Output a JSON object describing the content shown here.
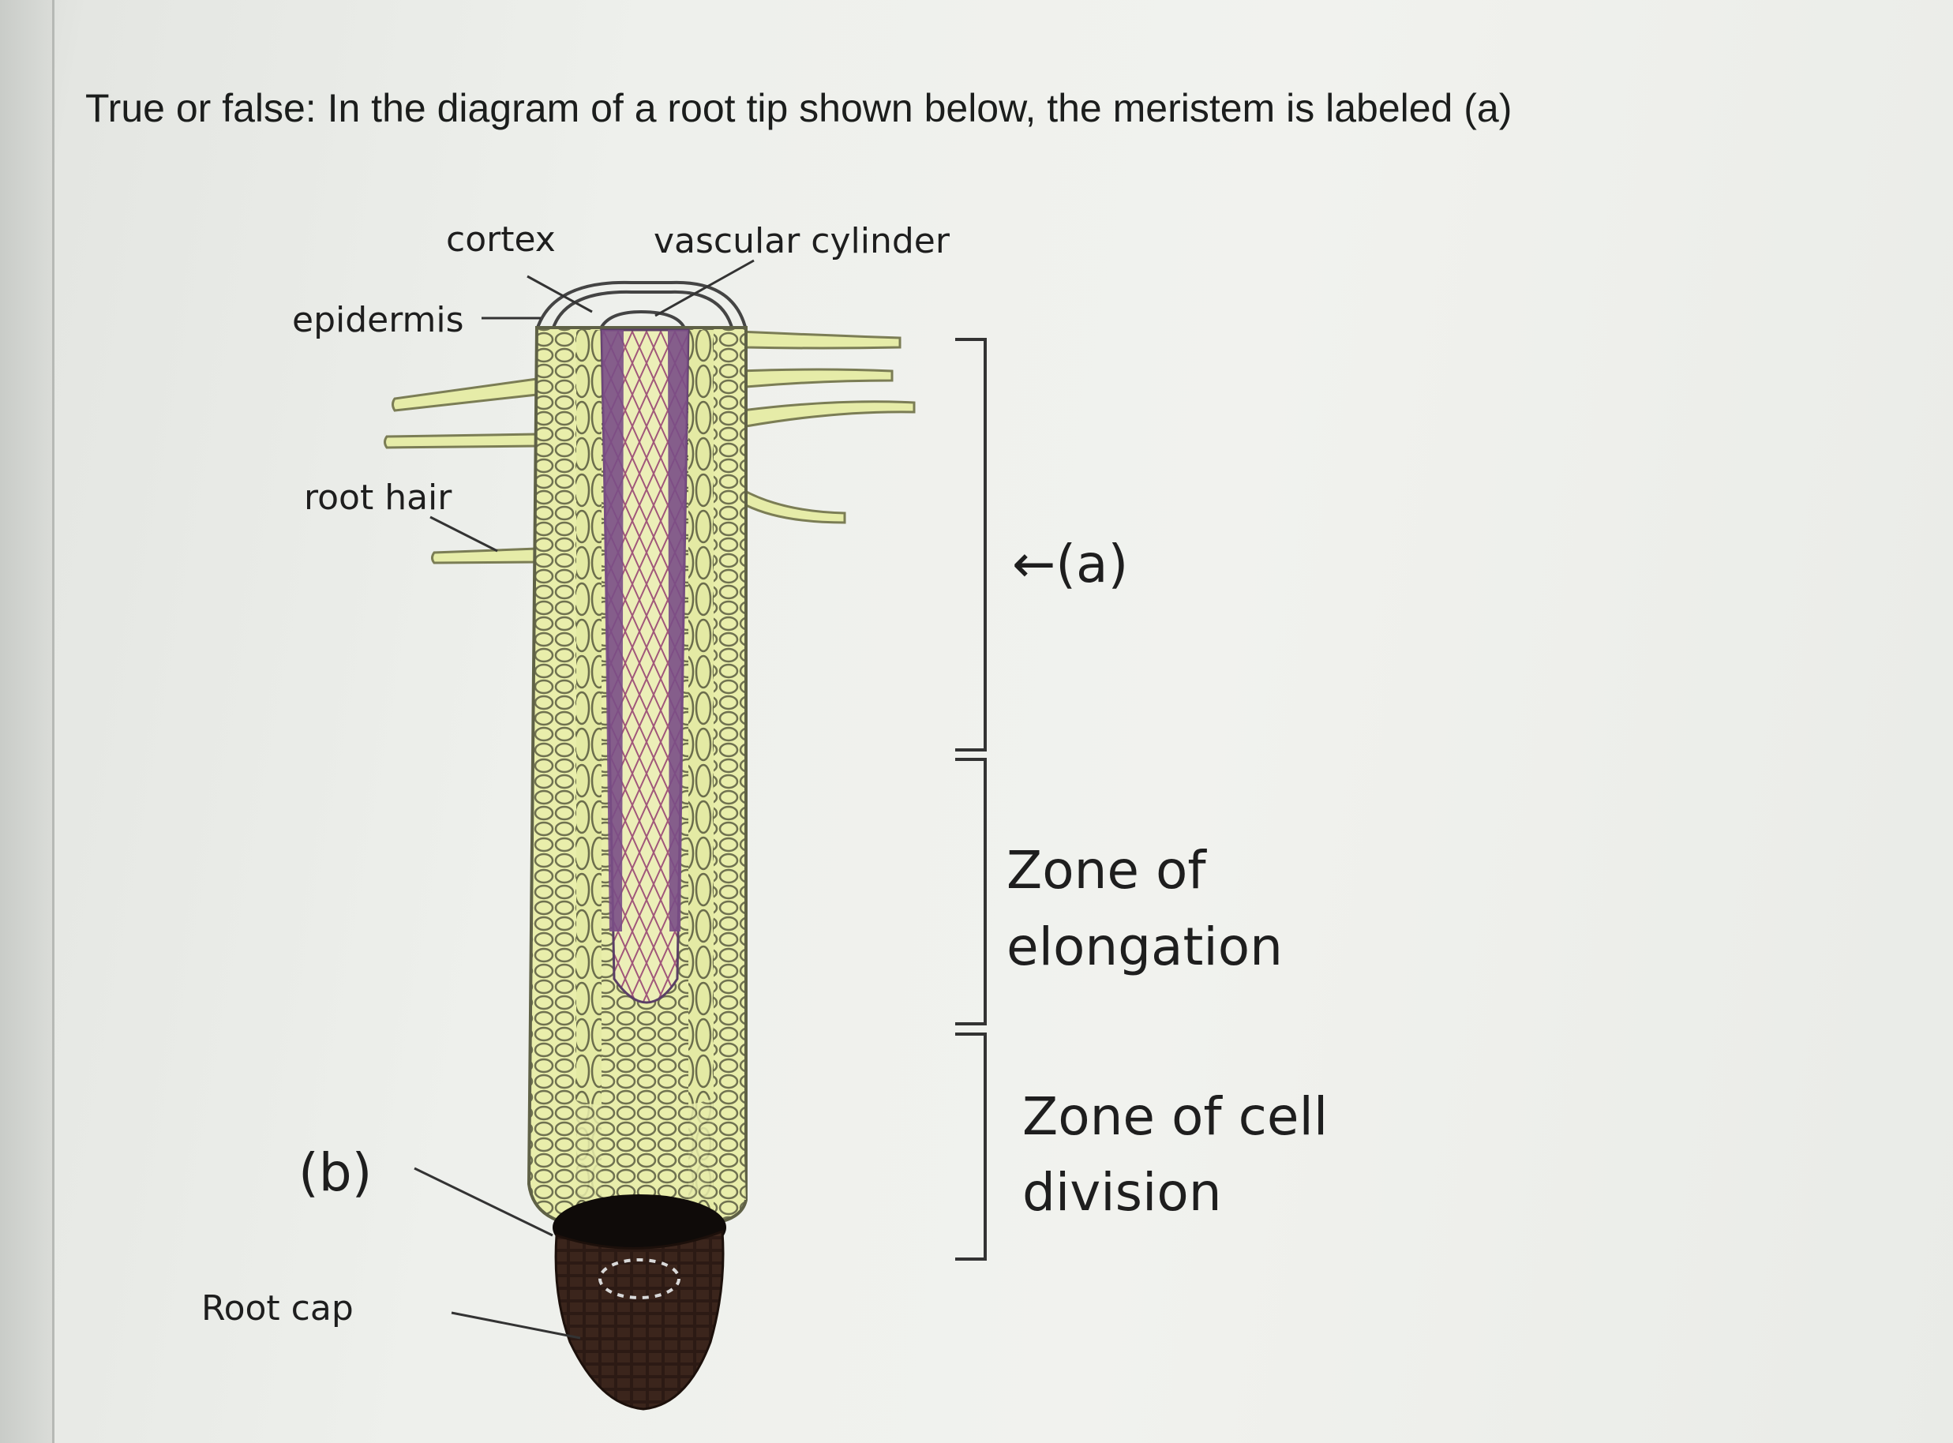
{
  "question": {
    "text": "True or false: In the diagram of a root tip shown below, the meristem is labeled (a)"
  },
  "diagram": {
    "labels": {
      "cortex": "cortex",
      "vascular_cylinder": "vascular cylinder",
      "epidermis": "epidermis",
      "root_hair": "root hair",
      "label_b": "(b)",
      "root_cap": "Root cap",
      "label_a": "←(a)",
      "zone_elongation_line1": "Zone of",
      "zone_elongation_line2": "elongation",
      "zone_division_line1": "Zone of cell",
      "zone_division_line2": "division"
    },
    "colors": {
      "tissue": "#e6eca8",
      "cell_outline": "#6f7150",
      "vascular": "#7a4e86",
      "root_cap": "#2c1a14"
    }
  }
}
